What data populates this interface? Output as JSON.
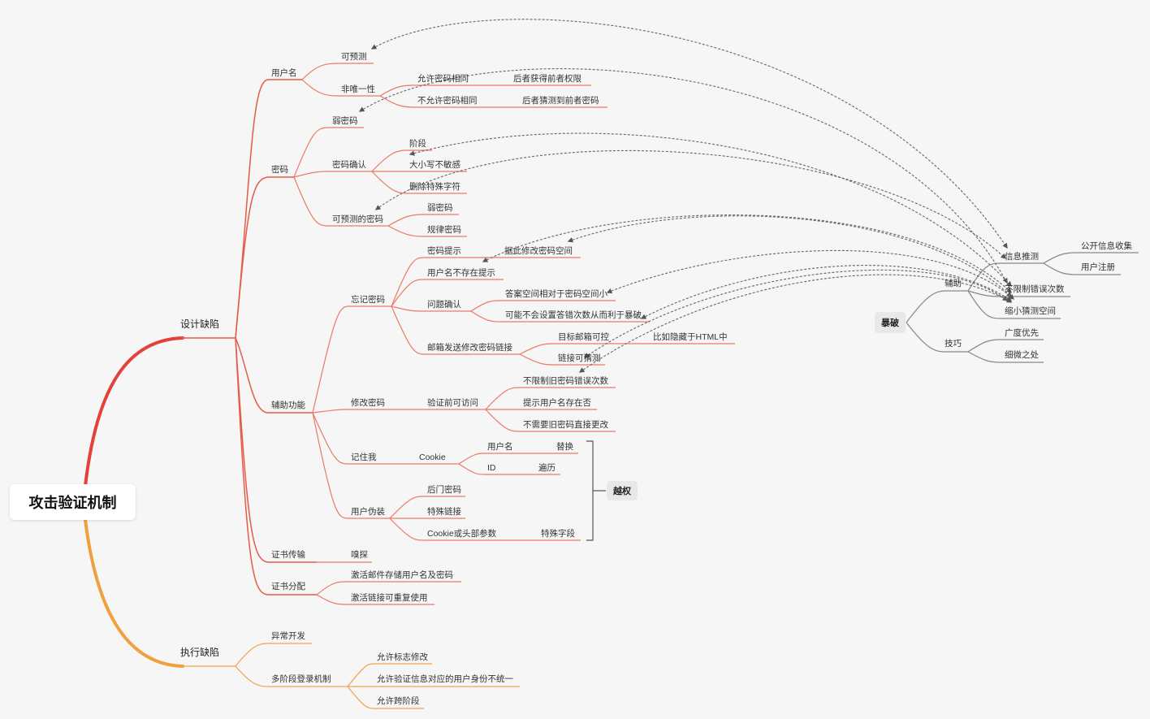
{
  "root": "攻击验证机制",
  "branches": {
    "design_flaws": "设计缺陷",
    "impl_flaws": "执行缺陷"
  },
  "design": {
    "username": "用户名",
    "predictable": "可预测",
    "non_unique": "非唯一性",
    "allow_same_pwd": "允许密码相同",
    "latter_gets_rights": "后者获得前者权限",
    "disallow_same_pwd": "不允许密码相同",
    "latter_guesses_pwd": "后者猜测到前者密码",
    "password": "密码",
    "weak_pwd": "弱密码",
    "pwd_confirm": "密码确认",
    "truncation": "阶段",
    "case_insensitive": "大小写不敏感",
    "strip_special": "删除特殊字符",
    "predictable_pwd": "可预测的密码",
    "weak_pwd2": "弱密码",
    "regular_pwd": "规律密码",
    "aux": "辅助功能",
    "forgot_pwd": "忘记密码",
    "pwd_hint": "密码提示",
    "modify_space": "据此修改密码空间",
    "user_not_exist_hint": "用户名不存在提示",
    "question_confirm": "问题确认",
    "answer_space_small": "答案空间相对于密码空间小",
    "no_error_limit": "可能不会设置答错次数从而利于暴破",
    "email_link": "邮箱发送修改密码链接",
    "target_email_ctrl": "目标邮箱可控",
    "hidden_in_html": "比如隐藏于HTML中",
    "link_guessable": "链接可猜测",
    "change_pwd": "修改密码",
    "access_before_verify": "验证前可访问",
    "no_old_pwd_limit": "不限制旧密码错误次数",
    "hint_user_exists": "提示用户名存在否",
    "no_old_pwd_needed": "不需要旧密码直接更改",
    "remember_me": "记住我",
    "cookie": "Cookie",
    "c_user": "用户名",
    "c_replace": "替换",
    "c_id": "ID",
    "c_traverse": "遍历",
    "impersonate": "用户伪装",
    "backdoor_pwd": "后门密码",
    "special_link": "特殊链接",
    "cookie_header": "Cookie或头部参数",
    "special_field": "特殊字段",
    "privilege": "越权",
    "cert_transfer": "证书传输",
    "sniff": "嗅探",
    "cert_distribution": "证书分配",
    "activation_mail": "激活邮件存储用户名及密码",
    "activation_reuse": "激活链接可重复使用"
  },
  "impl": {
    "exception": "异常开发",
    "multi_stage": "多阶段登录机制",
    "allow_flag_mod": "允许标志修改",
    "identity_mismatch": "允许验证信息对应的用户身份不统一",
    "allow_skip": "允许跨阶段"
  },
  "bruteforce": {
    "title": "暴破",
    "assist": "辅助",
    "info_guess": "信息推测",
    "public_info": "公开信息收集",
    "user_register": "用户注册",
    "no_limit_errors": "不限制错误次数",
    "shrink_space": "缩小猜测空间",
    "skill": "技巧",
    "breadth_first": "广度优先",
    "attention_detail": "细微之处"
  },
  "colors": {
    "top_branch": "#e2423a",
    "sub_branch": "#e9735f",
    "impl_branch": "#f0a040",
    "gray_branch": "#777777",
    "dash": "#666666"
  }
}
